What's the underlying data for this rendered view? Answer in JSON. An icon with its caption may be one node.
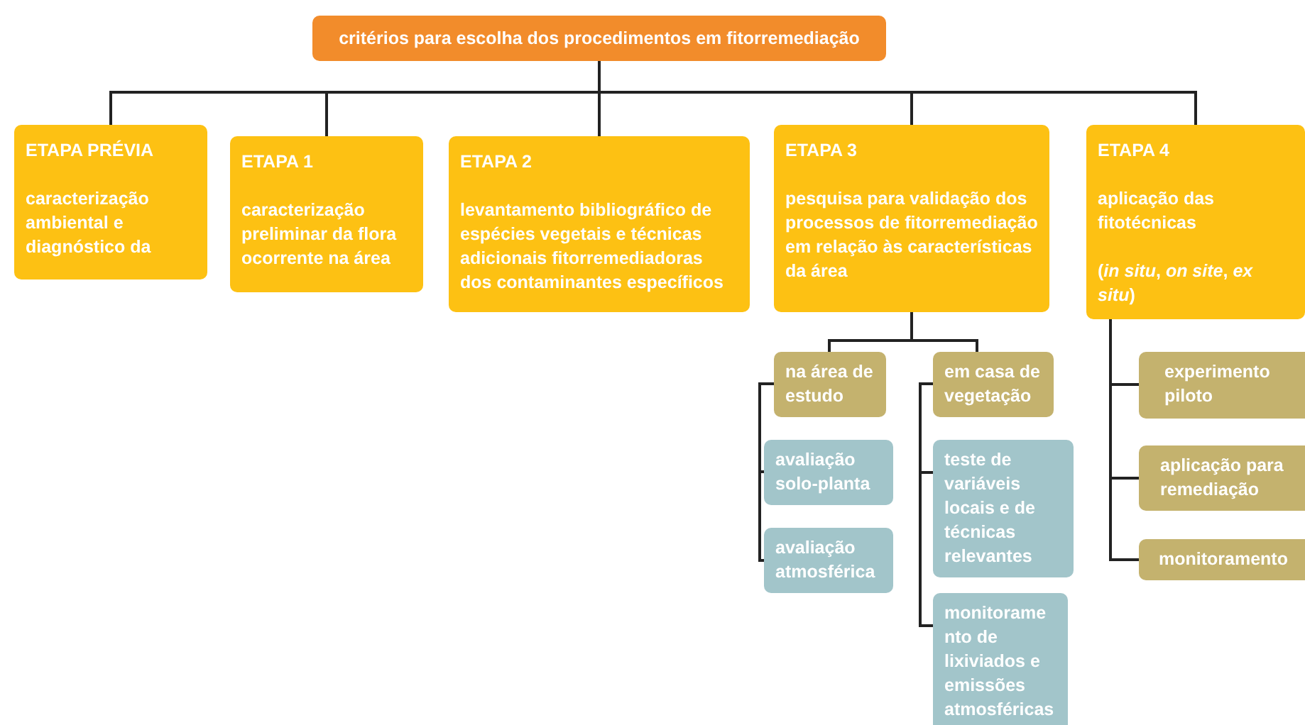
{
  "diagram": {
    "nodes": [
      {
        "text": [
          "critérios para escolha dos procedimentos em fitorremediação"
        ]
      },
      {
        "text": [
          "ETAPA PRÉVIA",
          "caracterização ambiental e diagnóstico da"
        ]
      },
      {
        "text": [
          "ETAPA 1",
          "caracterização preliminar da flora ocorrente na área"
        ]
      },
      {
        "text": [
          "ETAPA 2",
          "levantamento bibliográfico de espécies vegetais e técnicas adicionais fitorremediadoras dos contaminantes específicos"
        ]
      },
      {
        "text": [
          "ETAPA 3",
          "pesquisa para validação dos processos de fitorremediação em relação às características da área"
        ]
      },
      {
        "text": [
          "ETAPA 4",
          "aplicação das fitotécnicas",
          "(*in situ*, *on site*, *ex situ*)"
        ]
      },
      {
        "text": [
          "na área de estudo"
        ]
      },
      {
        "text": [
          "em casa de vegetação"
        ]
      },
      {
        "text": [
          "avaliação solo-planta"
        ]
      },
      {
        "text": [
          "avaliação atmosférica"
        ]
      },
      {
        "text": [
          "teste de variáveis locais e de técnicas relevantes"
        ]
      },
      {
        "text": [
          "monitorame nto de lixiviados e emissões atmosféricas"
        ]
      },
      {
        "text": [
          "experimento piloto"
        ]
      },
      {
        "text": [
          "aplicação para remediação"
        ]
      },
      {
        "text": [
          "monitoramento"
        ]
      }
    ],
    "edges": [
      {
        "from": 0,
        "to": 1,
        "arrow": "none"
      },
      {
        "from": 0,
        "to": 2,
        "arrow": "none"
      },
      {
        "from": 0,
        "to": 3,
        "arrow": "none"
      },
      {
        "from": 0,
        "to": 4,
        "arrow": "none"
      },
      {
        "from": 0,
        "to": 5,
        "arrow": "none"
      },
      {
        "from": 4,
        "to": 6,
        "arrow": "none"
      },
      {
        "from": 4,
        "to": 7,
        "arrow": "none"
      },
      {
        "from": 6,
        "to": 8,
        "arrow": "none"
      },
      {
        "from": 6,
        "to": 9,
        "arrow": "none"
      },
      {
        "from": 7,
        "to": 10,
        "arrow": "none"
      },
      {
        "from": 7,
        "to": 11,
        "arrow": "none"
      },
      {
        "from": 5,
        "to": 12,
        "arrow": "none"
      },
      {
        "from": 5,
        "to": 13,
        "arrow": "none"
      },
      {
        "from": 5,
        "to": 14,
        "arrow": "none"
      }
    ]
  }
}
